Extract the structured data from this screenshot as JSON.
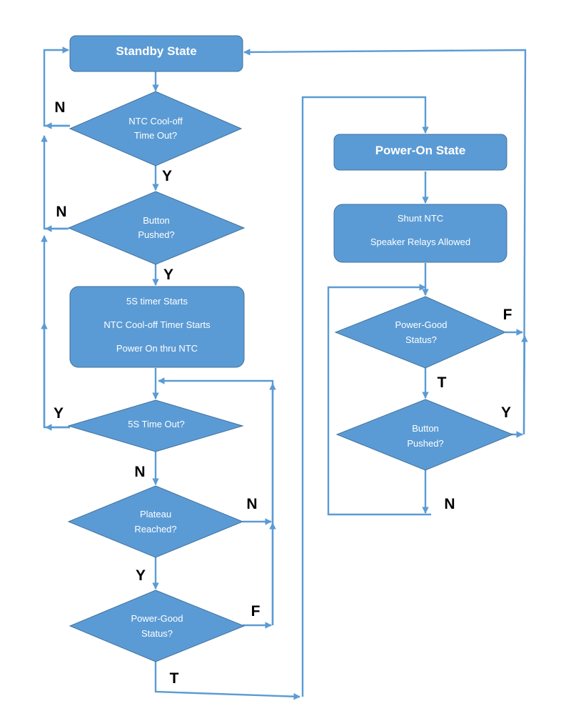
{
  "nodes": {
    "standby": {
      "lines": [
        "Standby State"
      ]
    },
    "ntc_timeout": {
      "lines": [
        "NTC Cool-off",
        "Time Out?"
      ]
    },
    "button_pushed_left": {
      "lines": [
        "Button",
        "Pushed?"
      ]
    },
    "timers_start": {
      "lines": [
        "5S timer Starts",
        "NTC Cool-off Timer Starts",
        "Power On thru NTC"
      ]
    },
    "five_s_timeout": {
      "lines": [
        "5S Time Out?"
      ]
    },
    "plateau": {
      "lines": [
        "Plateau",
        "Reached?"
      ]
    },
    "power_good_left": {
      "lines": [
        "Power-Good",
        "Status?"
      ]
    },
    "power_on": {
      "lines": [
        "Power-On State"
      ]
    },
    "shunt": {
      "lines": [
        "Shunt NTC",
        "Speaker Relays Allowed"
      ]
    },
    "power_good_right": {
      "lines": [
        "Power-Good",
        "Status?"
      ]
    },
    "button_pushed_right": {
      "lines": [
        "Button",
        "Pushed?"
      ]
    }
  },
  "edge_labels": {
    "ntc_no": "N",
    "ntc_yes": "Y",
    "button_left_no": "N",
    "button_left_yes": "Y",
    "timeout_yes": "Y",
    "timeout_no": "N",
    "plateau_no": "N",
    "plateau_yes": "Y",
    "pg_left_false": "F",
    "pg_left_true": "T",
    "pg_right_false": "F",
    "pg_right_true": "T",
    "button_right_yes": "Y",
    "button_right_no": "N"
  },
  "colors": {
    "shape_fill": "#5b9bd5",
    "shape_border": "#41719c",
    "connector": "#5b9bd5",
    "node_text": "#ffffff",
    "label_text": "#000000"
  }
}
